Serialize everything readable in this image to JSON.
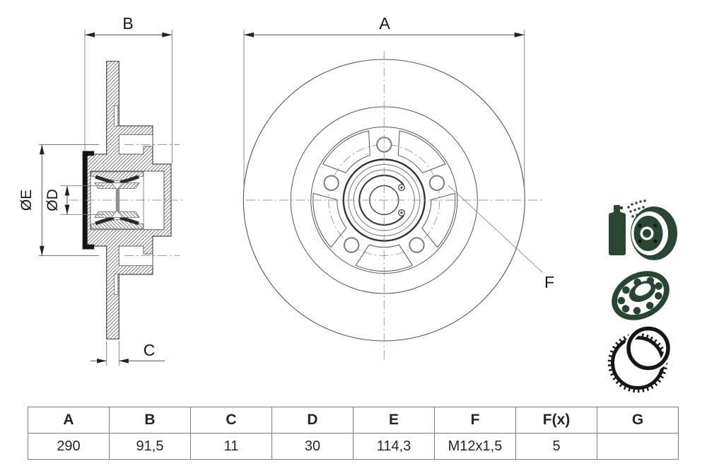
{
  "drawing": {
    "dimension_labels": {
      "a": "A",
      "b": "B",
      "c": "C",
      "d": "ØD",
      "e": "ØE",
      "f": "F"
    }
  },
  "icons": {
    "coated_disc": "spray-coated-disc",
    "bearing": "wheel-bearing",
    "abs_ring": "abs-sensor-ring"
  },
  "colors": {
    "icon": "#2b4534",
    "icon_dark": "#161616",
    "line": "#555555",
    "text": "#161616",
    "table_border": "#7d7d7d"
  },
  "table": {
    "headers": [
      "A",
      "B",
      "C",
      "D",
      "E",
      "F",
      "F(x)",
      "G"
    ],
    "values": [
      "290",
      "91,5",
      "11",
      "30",
      "114,3",
      "M12x1,5",
      "5",
      ""
    ]
  }
}
